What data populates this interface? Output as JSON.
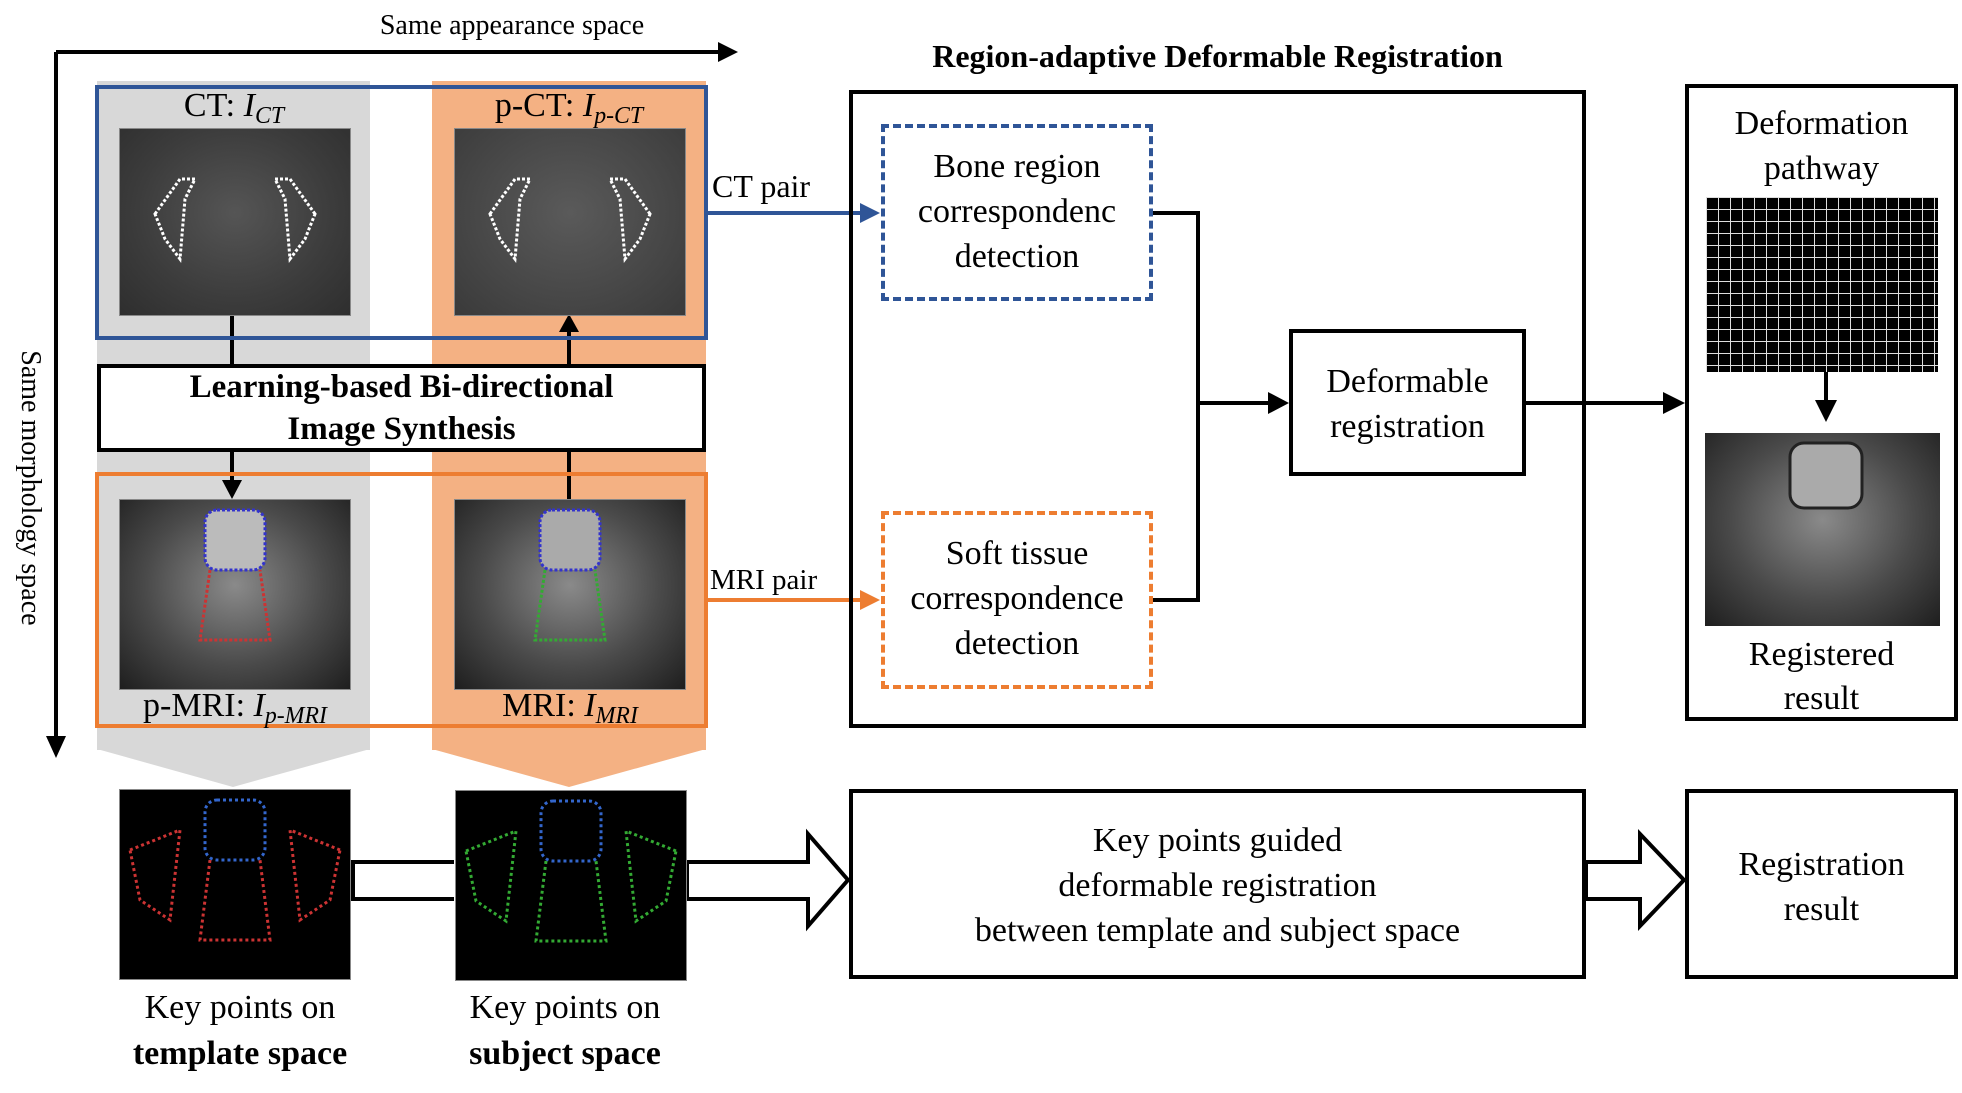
{
  "axes": {
    "horizontal_label": "Same appearance space",
    "vertical_label": "Same morphology space"
  },
  "left_panel": {
    "ct": {
      "prefix": "CT: ",
      "symbol": "I",
      "subscript": "CT"
    },
    "pct": {
      "prefix": "p-CT: ",
      "symbol": "I",
      "subscript": "p-CT"
    },
    "pmri": {
      "prefix": "p-MRI: ",
      "symbol": "I",
      "subscript": "p-MRI"
    },
    "mri": {
      "prefix": "MRI: ",
      "symbol": "I",
      "subscript": "MRI"
    },
    "synthesis_line1": "Learning-based Bi-directional",
    "synthesis_line2": "Image Synthesis",
    "images": {
      "ct": "CT pelvis scan with bone keypoints",
      "pct": "Pseudo-CT pelvis scan with bone keypoints",
      "pmri": "Pseudo-MRI pelvis scan with soft tissue keypoints",
      "mri": "MRI pelvis scan with soft tissue keypoints"
    }
  },
  "pairs": {
    "ct_pair": "CT pair",
    "mri_pair": "MRI pair"
  },
  "region_adaptive": {
    "title": "Region-adaptive Deformable Registration",
    "bone": {
      "line1": "Bone region",
      "line2": "correspondenc",
      "line3": "detection"
    },
    "soft": {
      "line1": "Soft tissue",
      "line2": "correspondence",
      "line3": "detection"
    },
    "deformable": {
      "line1": "Deformable",
      "line2": "registration"
    }
  },
  "right_panel": {
    "deformation_line1": "Deformation",
    "deformation_line2": "pathway",
    "registered_line1": "Registered",
    "registered_line2": "result"
  },
  "bottom": {
    "template_line1": "Key points on",
    "template_line2": "template space",
    "subject_line1": "Key points on",
    "subject_line2": "subject space",
    "guided_line1": "Key points guided",
    "guided_line2": "deformable registration",
    "guided_line3": "between template and subject space",
    "result_line1": "Registration",
    "result_line2": "result"
  },
  "colors": {
    "blue": "#2f5597",
    "orange": "#ed7d31",
    "orange_fill": "#f4b183",
    "gray_fill": "#d8d8d8"
  }
}
